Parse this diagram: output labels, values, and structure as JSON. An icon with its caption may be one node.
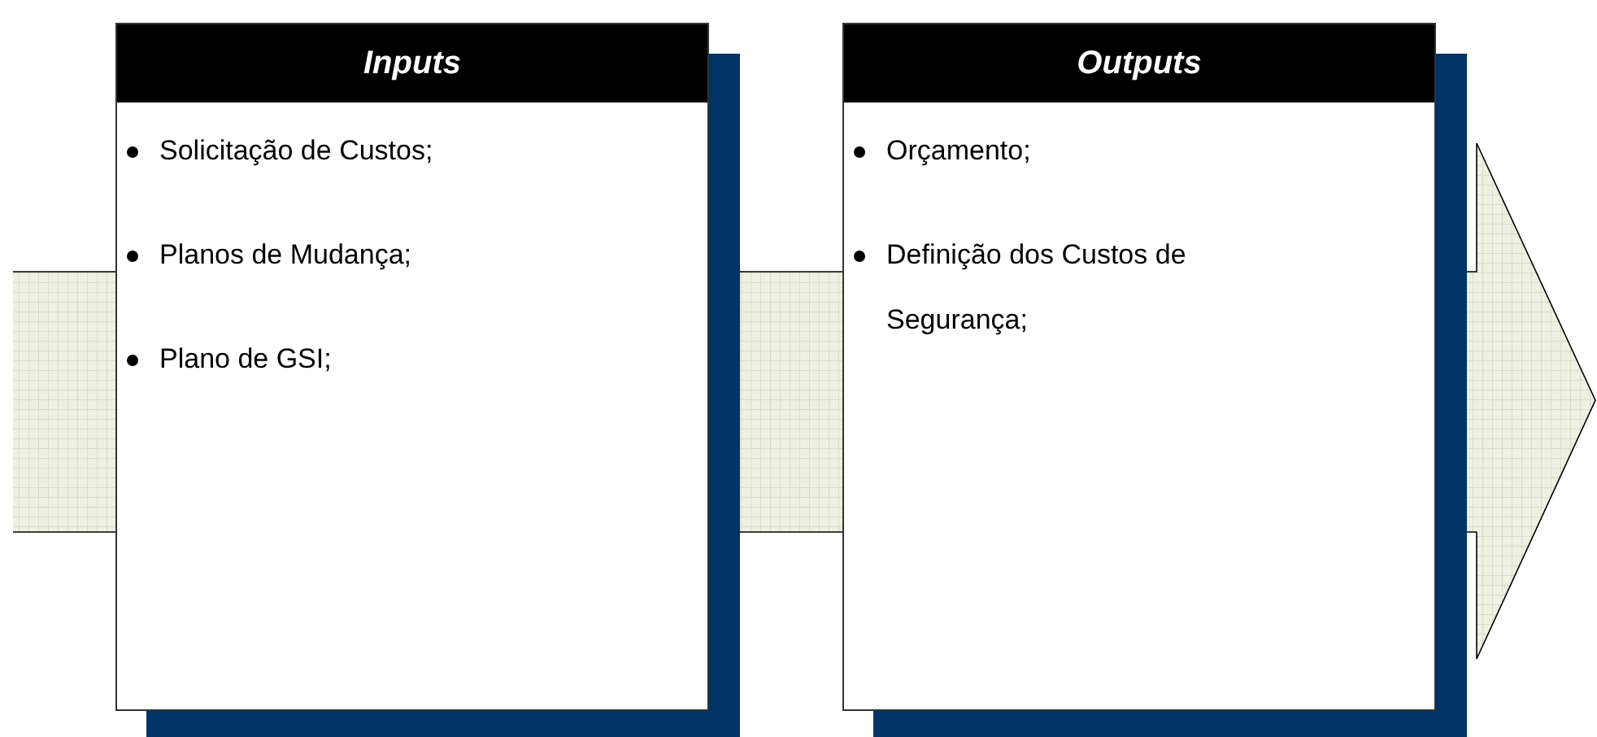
{
  "diagram": {
    "nodes": [
      {
        "text": [
          "Inputs",
          "Solicitação de Custos;",
          "Planos de Mudança;",
          "Plano de GSI;"
        ]
      },
      {
        "text": [
          "Outputs",
          "Orçamento;",
          "Definição dos Custos de Segurança;"
        ]
      }
    ]
  }
}
